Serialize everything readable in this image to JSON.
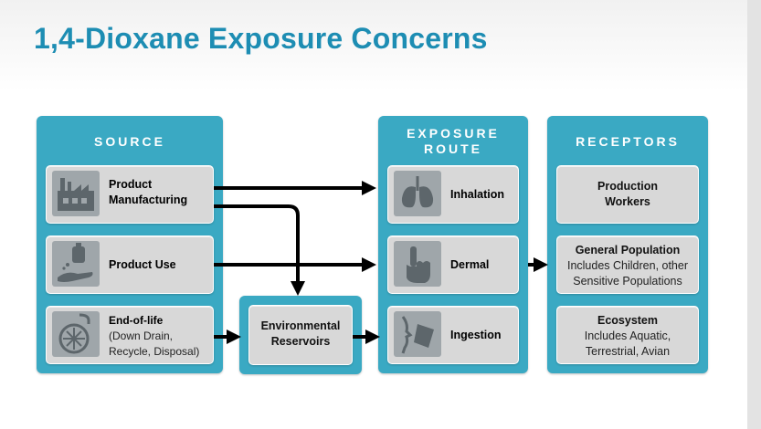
{
  "title": "1,4-Dioxane Exposure Concerns",
  "source": {
    "heading": "SOURCE",
    "items": [
      {
        "label": "Product Manufacturing",
        "icon": "factory-icon"
      },
      {
        "label": "Product Use",
        "icon": "hand-spray-icon"
      },
      {
        "label": "End-of-life",
        "sublabel": "(Down Drain, Recycle, Disposal)",
        "icon": "drain-icon"
      }
    ]
  },
  "environmental_reservoirs": {
    "label": "Environmental Reservoirs"
  },
  "exposure_route": {
    "heading_line1": "EXPOSURE",
    "heading_line2": "ROUTE",
    "items": [
      {
        "label": "Inhalation",
        "icon": "lungs-icon"
      },
      {
        "label": "Dermal",
        "icon": "pointing-hand-icon"
      },
      {
        "label": "Ingestion",
        "icon": "drinking-face-icon"
      }
    ]
  },
  "receptors": {
    "heading": "RECEPTORS",
    "items": [
      {
        "label": "Production Workers",
        "detail": ""
      },
      {
        "label": "General Population",
        "detail": "Includes Children, other Sensitive Populations"
      },
      {
        "label": "Ecosystem",
        "detail": "Includes Aquatic, Terrestrial, Avian"
      }
    ]
  },
  "colors": {
    "title": "#1d8db3",
    "panel": "#3aa9c3",
    "card": "#d8d8d8",
    "icon": "#9fa6aa"
  }
}
